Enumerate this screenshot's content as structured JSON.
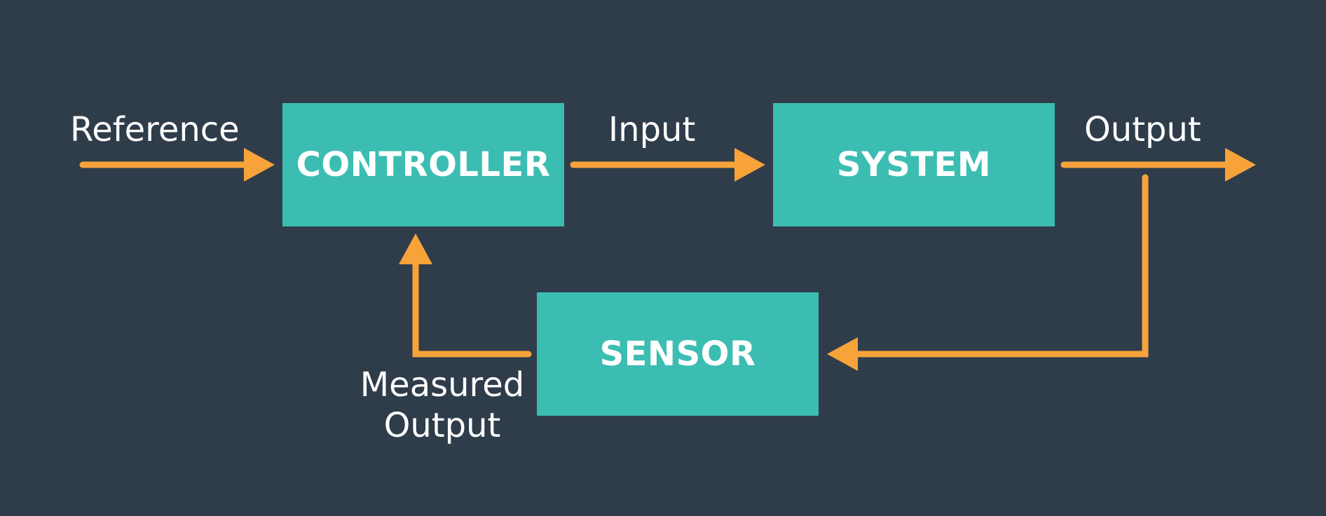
{
  "colors": {
    "background": "#2f3c4a",
    "block_fill": "#3cbdb2",
    "arrow": "#f7a33a",
    "text": "#ffffff"
  },
  "blocks": {
    "controller": "CONTROLLER",
    "system": "SYSTEM",
    "sensor": "SENSOR"
  },
  "labels": {
    "reference": "Reference",
    "input": "Input",
    "output": "Output",
    "measured_output_line1": "Measured",
    "measured_output_line2": "Output"
  }
}
